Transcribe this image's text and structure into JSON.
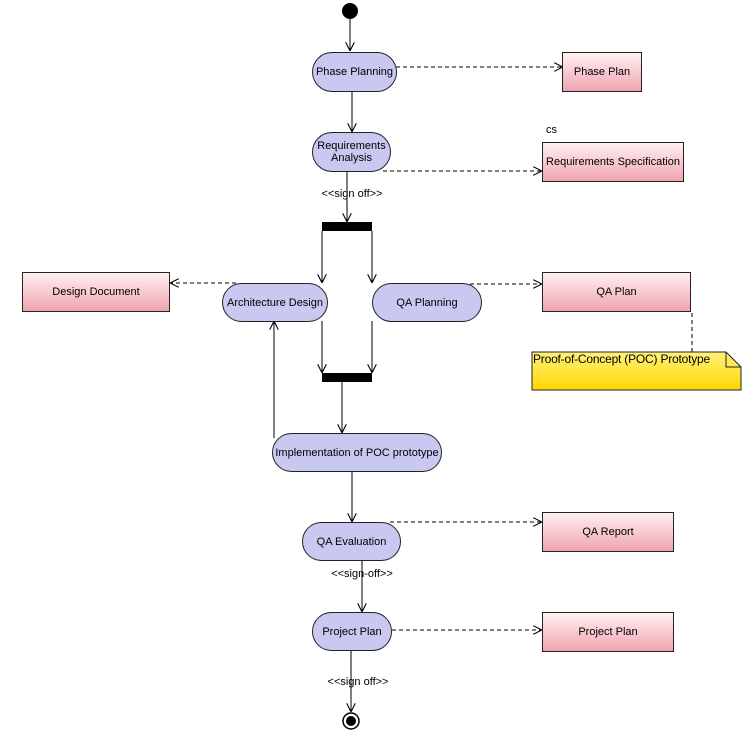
{
  "activities": {
    "phase_planning": "Phase Planning",
    "requirements_analysis": "Requirements Analysis",
    "architecture_design": "Architecture Design",
    "qa_planning": "QA Planning",
    "implementation_poc": "Implementation of POC prototype",
    "qa_evaluation": "QA Evaluation",
    "project_plan": "Project Plan"
  },
  "artifacts": {
    "phase_plan": "Phase Plan",
    "requirements_specification": "Requirements Specification",
    "design_document": "Design Document",
    "qa_plan": "QA Plan",
    "qa_report": "QA Report",
    "project_plan": "Project Plan"
  },
  "labels": {
    "cs": "cs",
    "sign_off_1": "<<sign off>>",
    "sign_off_2": "<<sign-off>>",
    "sign_off_3": "<<sign off>>"
  },
  "note": {
    "text": "Proof-of-Concept (POC) Prototype",
    "color": "#ffd700"
  },
  "colors": {
    "activity_fill": "#c8c8f0",
    "artifact_fill_top": "#fff0f2",
    "artifact_fill_bottom": "#f0a4b0",
    "bar": "#000000"
  }
}
